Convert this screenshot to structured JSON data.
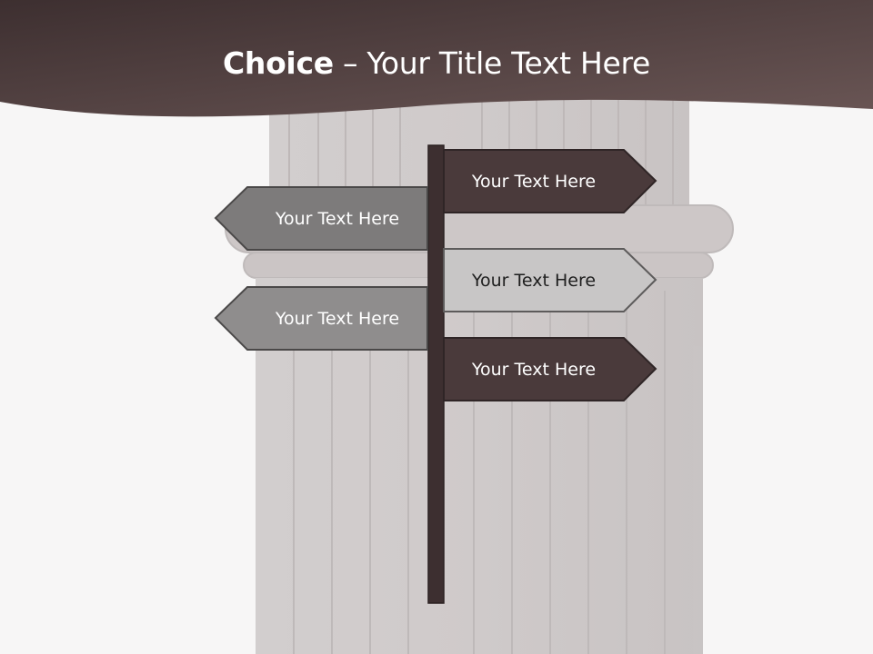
{
  "slide": {
    "title_bold": "Choice",
    "title_rest": " – Your Title Text Here"
  },
  "signs": [
    {
      "label": "Your Text Here",
      "direction": "right",
      "fill": "#4a3a3b",
      "text_color": "#ffffff"
    },
    {
      "label": "Your Text Here",
      "direction": "left",
      "fill": "#7d7b7b",
      "text_color": "#ffffff"
    },
    {
      "label": "Your Text Here",
      "direction": "right",
      "fill": "#c8c6c6",
      "text_color": "#1e1e1e"
    },
    {
      "label": "Your Text Here",
      "direction": "left",
      "fill": "#8f8d8d",
      "text_color": "#ffffff"
    },
    {
      "label": "Your Text Here",
      "direction": "right",
      "fill": "#4a3a3b",
      "text_color": "#ffffff"
    }
  ],
  "colors": {
    "banner": "#4a3a3b",
    "post": "#3d2f30",
    "column": "#cbc6c6"
  }
}
